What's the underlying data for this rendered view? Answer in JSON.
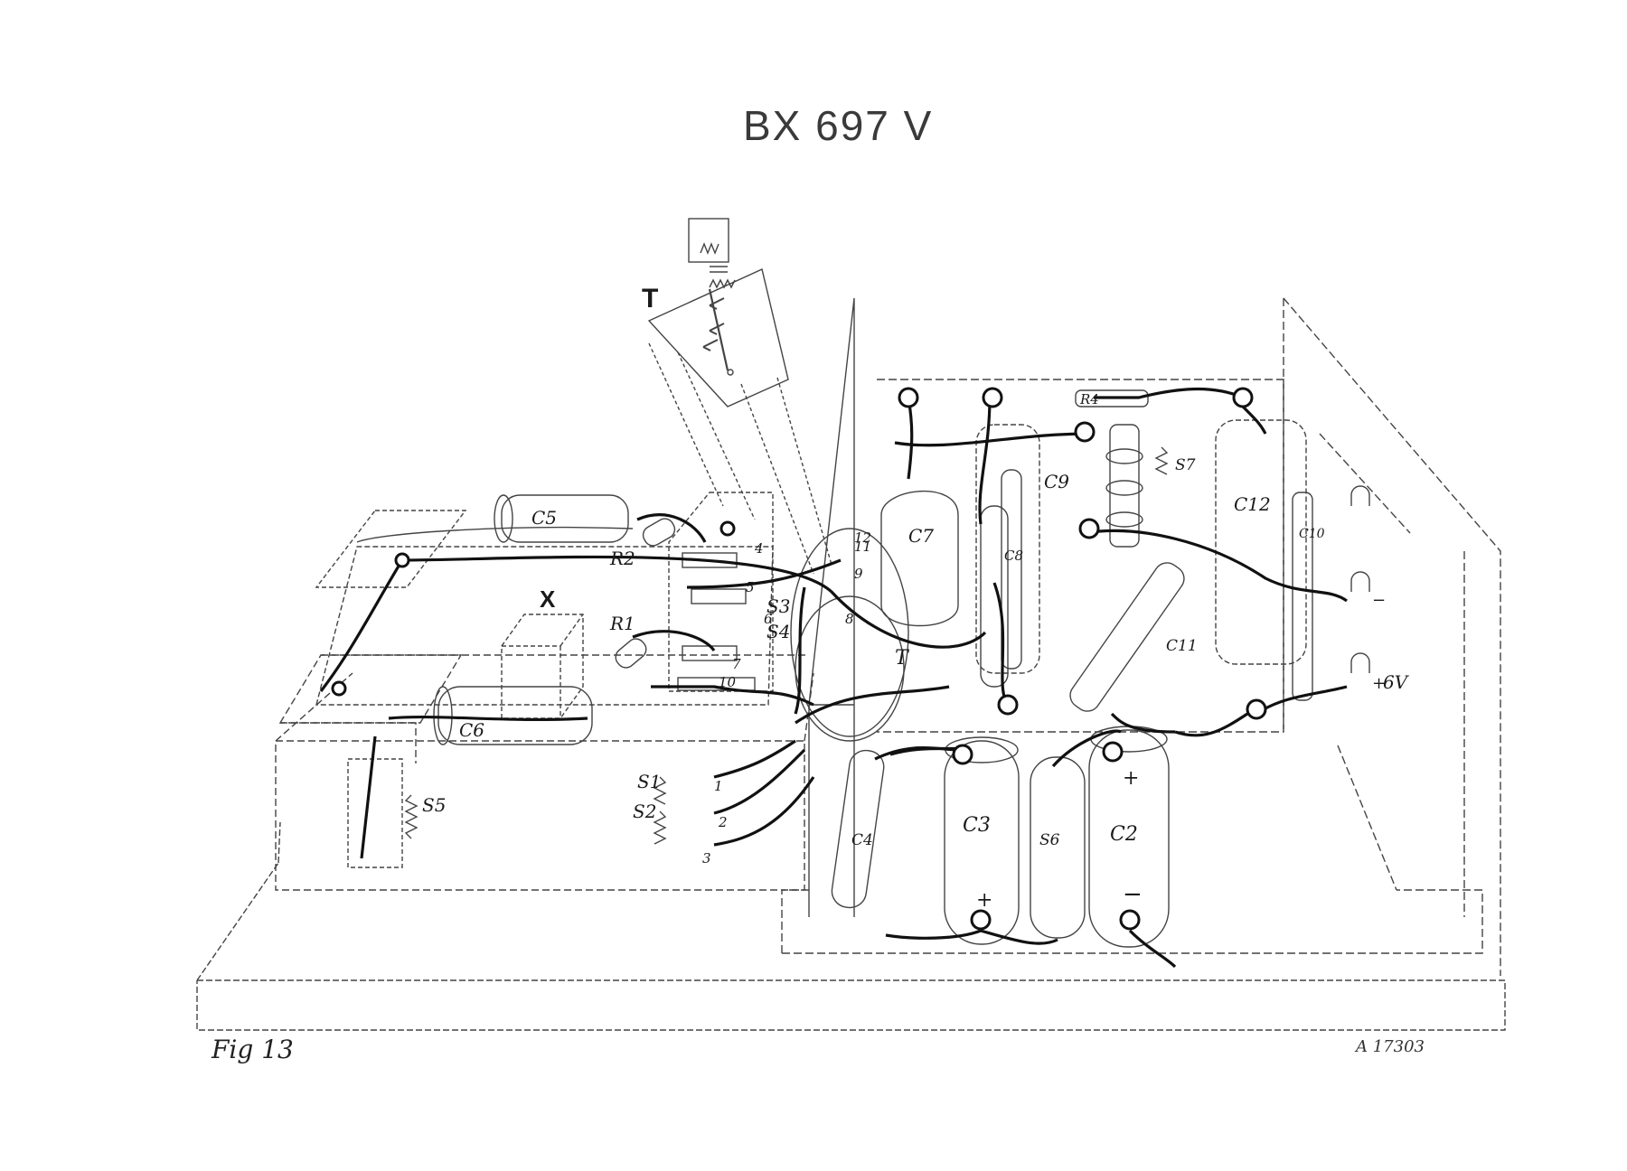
{
  "title": "BX 697 V",
  "figure_label": "Fig 13",
  "reference_code": "A 17303",
  "labels": {
    "T_switch": "T",
    "T_inner": "T",
    "X": "X",
    "C5": "C5",
    "R2": "R2",
    "R1": "R1",
    "C6": "C6",
    "S1": "S1",
    "S2": "S2",
    "S3": "S3",
    "S4": "S4",
    "S5": "S5",
    "S6": "S6",
    "S7": "S7",
    "C2": "C2",
    "C3": "C3",
    "C4": "C4",
    "C7": "C7",
    "C8": "C8",
    "C9": "C9",
    "C10": "C10",
    "C11": "C11",
    "C12": "C12",
    "R4": "R4",
    "voltage": "6V",
    "plus": "+",
    "minus": "−"
  },
  "terminal_numbers": [
    "1",
    "2",
    "3",
    "4",
    "5",
    "6",
    "7",
    "8",
    "9",
    "10",
    "11",
    "12"
  ]
}
